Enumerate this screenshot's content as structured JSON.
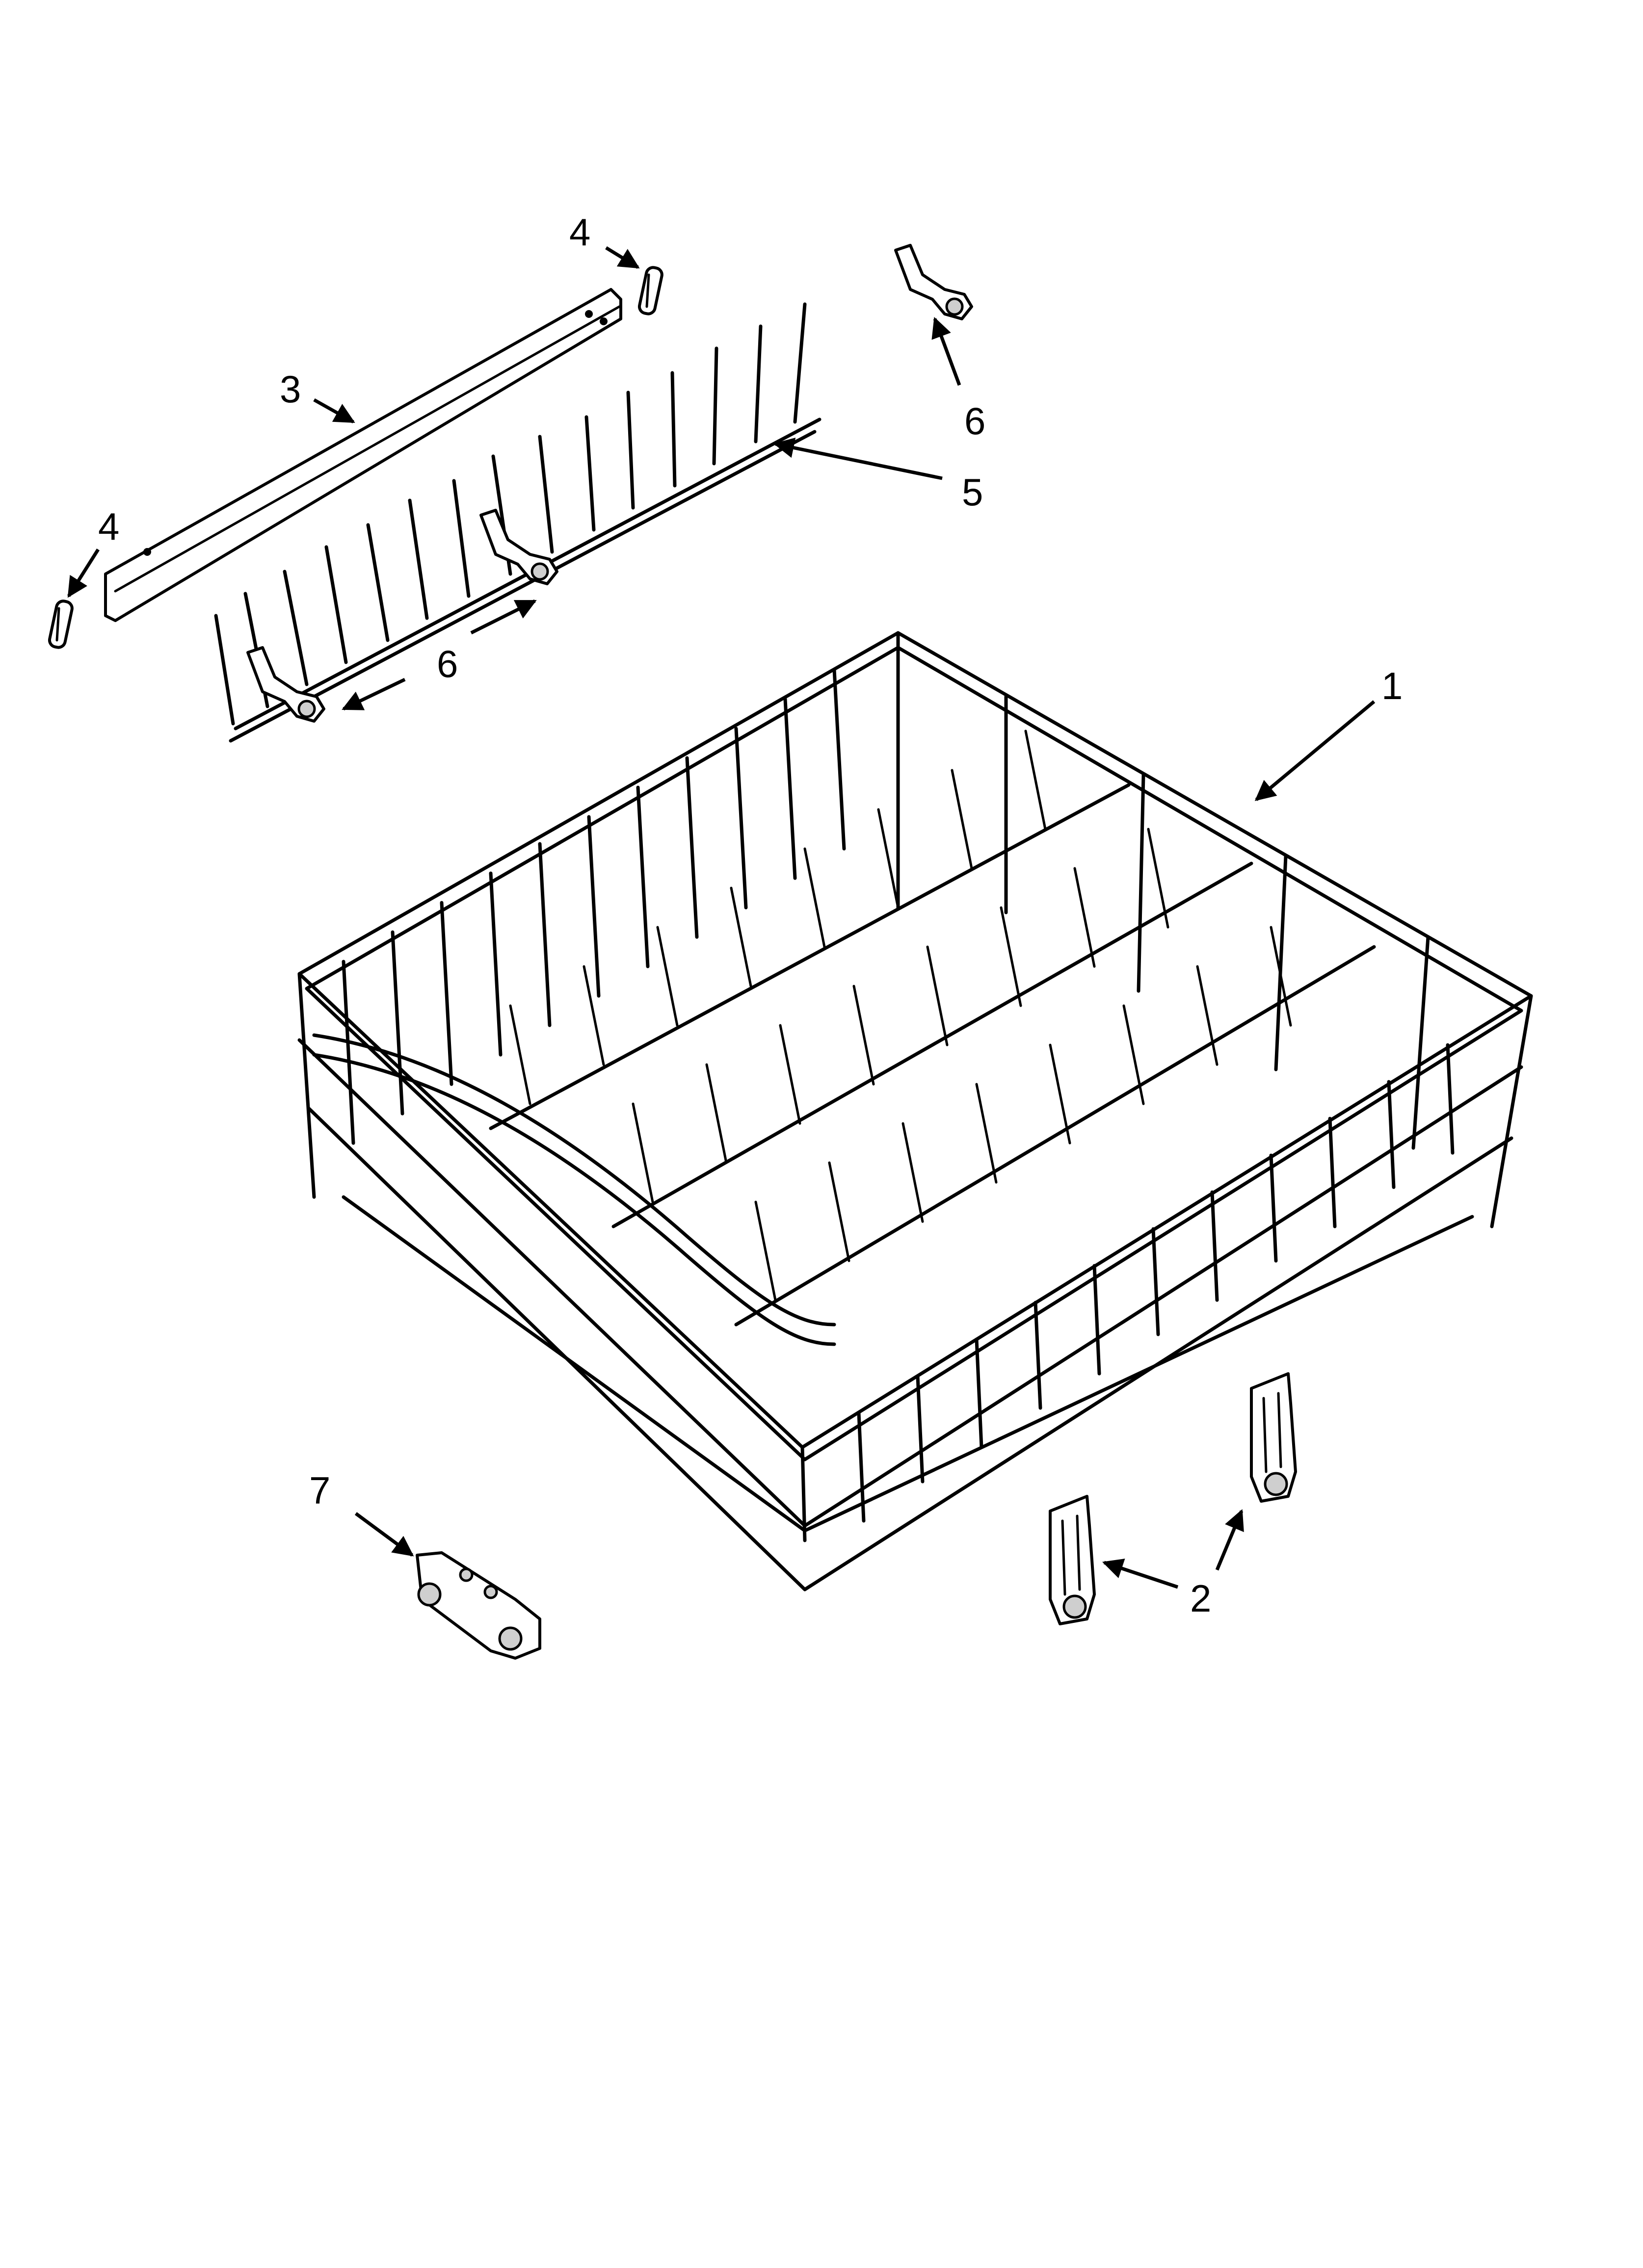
{
  "callouts": {
    "rack": "1",
    "rack_roller_right_a": "2",
    "rack_roller_right_b": "2",
    "rail_bar": "3",
    "clip_top": "4",
    "clip_left": "4",
    "tine_row": "5",
    "tine_clip_top": "6",
    "tine_clip_lower": "6",
    "end_cap": "7"
  },
  "colors": {
    "line": "#000000",
    "background": "#ffffff"
  }
}
